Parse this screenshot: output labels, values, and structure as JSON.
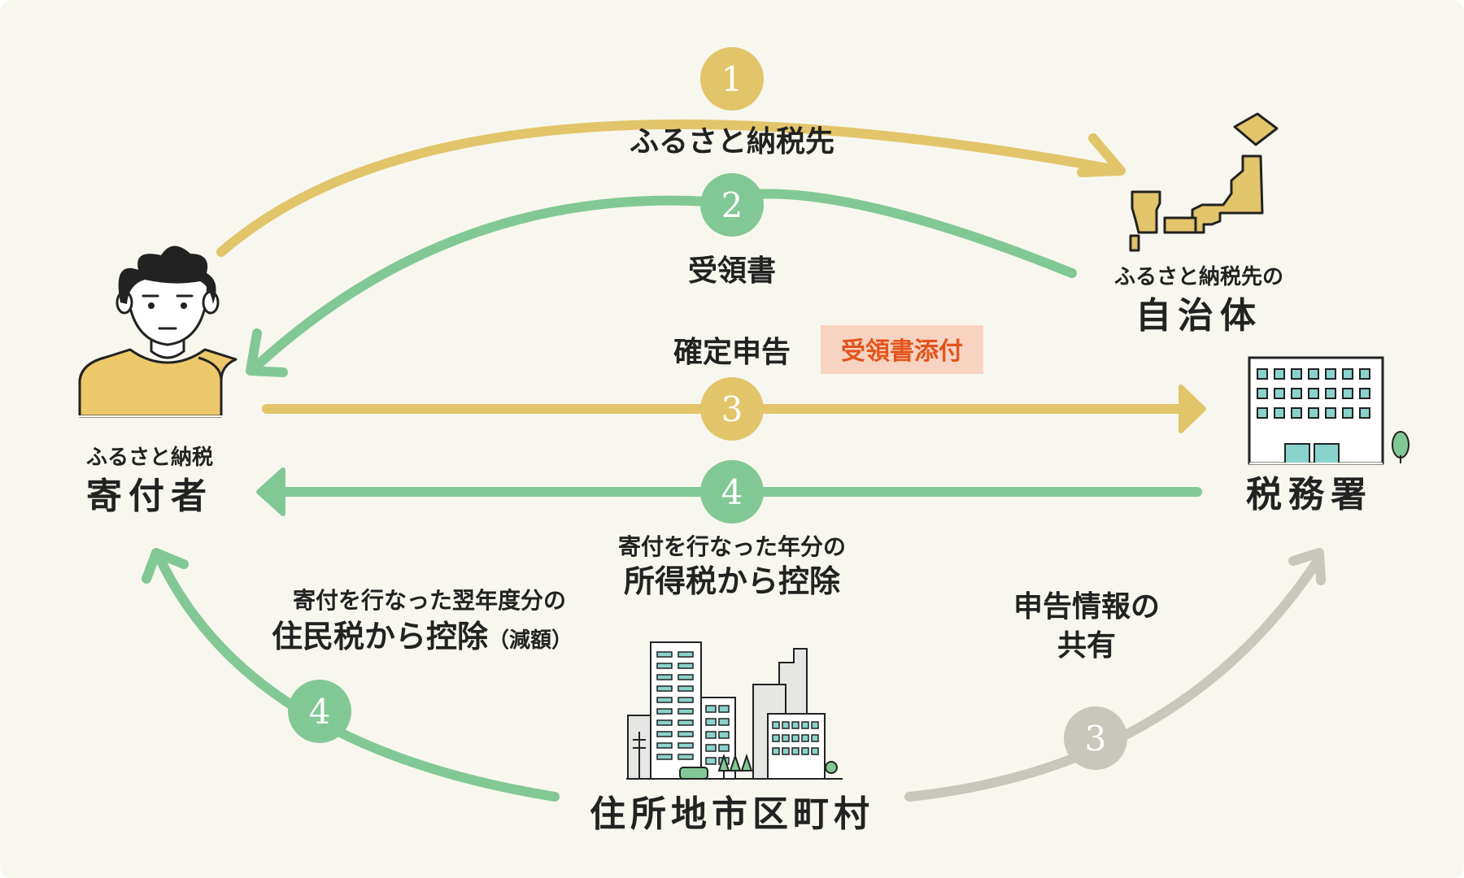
{
  "colors": {
    "yellow": "#e2c56a",
    "green": "#82c895",
    "gray": "#c9c7bb",
    "background": "#f8f7ef",
    "badge_bg": "#f9d3c2",
    "badge_text": "#e2541c",
    "building_window": "#8ad3cc"
  },
  "steps": {
    "s1": "1",
    "s2": "2",
    "s3": "3",
    "s4": "4",
    "s4b": "4",
    "s3b": "3"
  },
  "labels": {
    "furusato_nozeisaki": "ふるさと納税先",
    "receipt": "受領書",
    "kakutei_shinkoku": "確定申告",
    "receipt_attached": "受領書添付",
    "income_tax_line1": "寄付を行なった年分の",
    "income_tax_line2": "所得税から控除",
    "resident_tax_line1": "寄付を行なった翌年度分の",
    "resident_tax_line2": "住民税から控除",
    "resident_tax_suffix": "（減額）",
    "share_line1": "申告情報の",
    "share_line2": "共有"
  },
  "actors": {
    "donor_sub": "ふるさと納税",
    "donor": "寄付者",
    "municipality_sub": "ふるさと納税先の",
    "municipality": "自治体",
    "tax_office": "税務署",
    "home_city": "住所地市区町村"
  },
  "icons": {
    "donor": "person-icon",
    "municipality": "japan-map-icon",
    "tax_office": "office-building-icon",
    "home_city": "city-buildings-icon"
  }
}
